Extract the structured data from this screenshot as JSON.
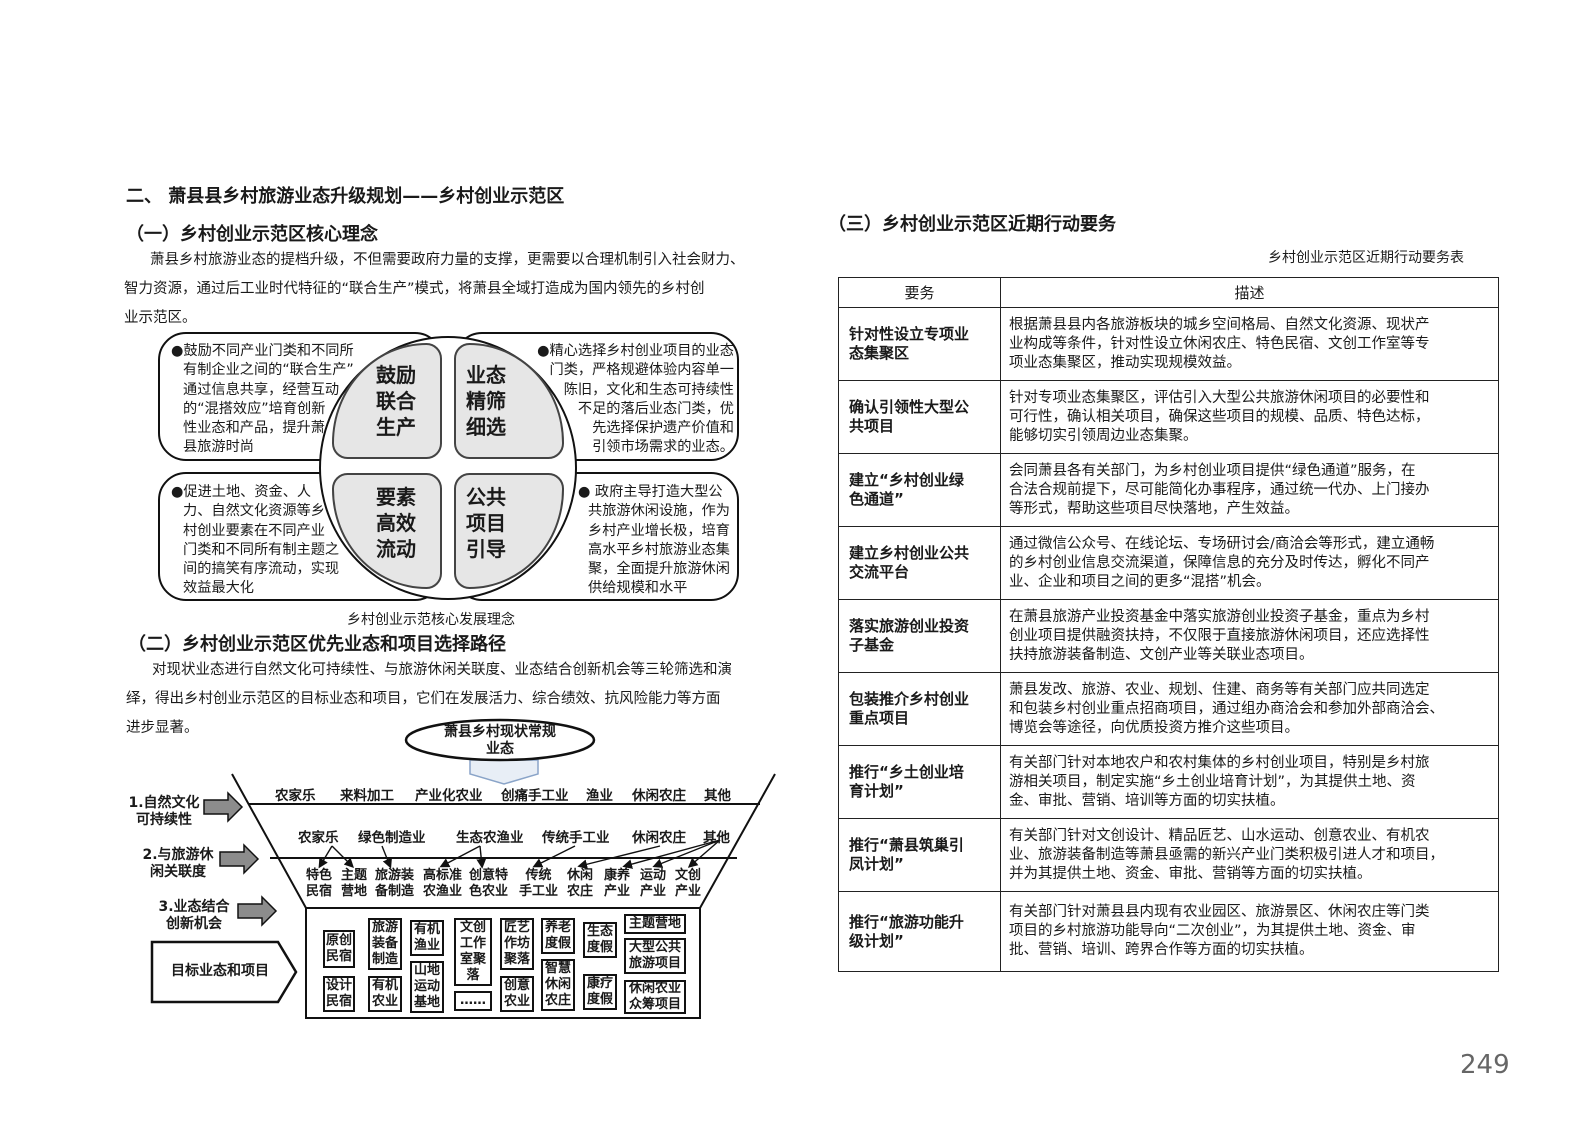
{
  "section_title": "二、 萧县县乡村旅游业态升级规划——乡村创业示范区",
  "sub1": {
    "title": "（一）乡村创业示范区核心理念",
    "para": [
      "萧县乡村旅游业态的提档升级，不但需要政府力量的支撑，更需要以合理机制引入社会财力、",
      "智力资源，通过后工业时代特征的“联合生产”模式，将萧县全域打造成为国内领先的乡村创",
      "业示范区。"
    ]
  },
  "concept": {
    "q1": {
      "label": [
        "鼓励",
        "联合",
        "生产"
      ],
      "text": [
        "●鼓励不同产业门类和不同所",
        "有制企业之间的“联合生产”",
        "通过信息共享，经营互动",
        "的“混搭效应”培育创新",
        "性业态和产品，提升萧",
        "县旅游时尚"
      ]
    },
    "q2": {
      "label": [
        "业态",
        "精筛",
        "细选"
      ],
      "text": [
        "●精心选择乡村创业项目的业态",
        "门类，严格规避体验内容单一",
        "陈旧，文化和生态可持续性",
        "不足的落后业态门类，优",
        "先选择保护遗产价值和",
        "引领市场需求的业态。"
      ]
    },
    "q3": {
      "label": [
        "要素",
        "高效",
        "流动"
      ],
      "text": [
        "●促进土地、资金、人",
        "力、自然文化资源等乡",
        "村创业要素在不同产业",
        "门类和不同所有制主题之",
        "间的搞笑有序流动，实现",
        "效益最大化"
      ]
    },
    "q4": {
      "label": [
        "公共",
        "项目",
        "引导"
      ],
      "text": [
        "● 政府主导打造大型公",
        "共旅游休闲设施，作为",
        "乡村产业增长极，培育",
        "高水平乡村旅游业态集",
        "聚，全面提升旅游休闲",
        "供给规模和水平"
      ]
    },
    "caption": "乡村创业示范核心发展理念"
  },
  "sub2": {
    "title": "（二）乡村创业示范区优先业态和项目选择路径",
    "para": [
      "对现状业态进行自然文化可持续性、与旅游休闲关联度、业态结合创新机会等三轮筛选和演",
      "绎，得出乡村创业示范区的目标业态和项目，它们在发展活力、综合绩效、抗风险能力等方面",
      "进步显著。"
    ]
  },
  "funnel": {
    "top_label": [
      "萧县乡村现状常规",
      "业态"
    ],
    "row1": [
      "农家乐",
      "来料加工",
      "产业化农业",
      "创痛手工业",
      "渔业",
      "休闲农庄",
      "其他"
    ],
    "row2": [
      "农家乐",
      "绿色制造业",
      "生态农渔业",
      "传统手工业",
      "休闲农庄",
      "其他"
    ],
    "row3": [
      [
        "特色",
        "民宿"
      ],
      [
        "主题",
        "营地"
      ],
      [
        "旅游装",
        "备制造"
      ],
      [
        "高标准",
        "农渔业"
      ],
      [
        "创意特",
        "色农业"
      ],
      [
        "传统",
        "手工业"
      ],
      [
        "休闲",
        "农庄"
      ],
      [
        "康养",
        "产业"
      ],
      [
        "运动",
        "产业"
      ],
      [
        "文创",
        "产业"
      ]
    ],
    "stages": [
      [
        "1.自然文化",
        "可持续性"
      ],
      [
        "2.与旅游休",
        "闲关联度"
      ],
      [
        "3.业态结合",
        "创新机会"
      ]
    ],
    "target_label": "目标业态和项目",
    "boxes": {
      "b1": [
        "原创",
        "民宿"
      ],
      "b2": [
        "设计",
        "民宿"
      ],
      "b3": [
        "旅游",
        "装备",
        "制造"
      ],
      "b4": [
        "有机",
        "农业"
      ],
      "b5": [
        "有机",
        "渔业"
      ],
      "b6": [
        "山地",
        "运动",
        "基地"
      ],
      "b7": [
        "文创",
        "工作",
        "室聚",
        "落"
      ],
      "b8": [
        "……"
      ],
      "b9": [
        "匠艺",
        "作坊",
        "聚落"
      ],
      "b10": [
        "创意",
        "农业"
      ],
      "b11": [
        "养老",
        "度假"
      ],
      "b12": [
        "智慧",
        "休闲",
        "农庄"
      ],
      "b13": [
        "生态",
        "度假"
      ],
      "b14": [
        "康疗",
        "度假"
      ],
      "b15": [
        "主题营地"
      ],
      "b16": [
        "大型公共",
        "旅游项目"
      ],
      "b17": [
        "休闲农业",
        "众筹项目"
      ]
    }
  },
  "sub3": {
    "title": "（三）乡村创业示范区近期行动要务",
    "table_caption": "乡村创业示范区近期行动要务表",
    "headers": [
      "要务",
      "描述"
    ],
    "rows": [
      {
        "task": [
          "针对性设立专项业",
          "态集聚区"
        ],
        "desc": [
          "根据萧县县内各旅游板块的城乡空间格局、自然文化资源、现状产",
          "业构成等条件，针对性设立休闲农庄、特色民宿、文创工作室等专",
          "项业态集聚区，推动实现规模效益。"
        ]
      },
      {
        "task": [
          "确认引领性大型公",
          "共项目"
        ],
        "desc": [
          "针对专项业态集聚区，评估引入大型公共旅游休闲项目的必要性和",
          "可行性，确认相关项目，确保这些项目的规模、品质、特色达标，",
          "能够切实引领周边业态集聚。"
        ]
      },
      {
        "task": [
          "建立“乡村创业绿",
          "色通道”"
        ],
        "desc": [
          "会同萧县各有关部门，为乡村创业项目提供“绿色通道”服务，在",
          "合法合规前提下，尽可能简化办事程序，通过统一代办、上门接办",
          "等形式，帮助这些项目尽快落地，产生效益。"
        ]
      },
      {
        "task": [
          "建立乡村创业公共",
          "交流平台"
        ],
        "desc": [
          "通过微信公众号、在线论坛、专场研讨会/商洽会等形式，建立通畅",
          "的乡村创业信息交流渠道，保障信息的充分及时传达，孵化不同产",
          "业、企业和项目之间的更多“混搭”机会。"
        ]
      },
      {
        "task": [
          "落实旅游创业投资",
          "子基金"
        ],
        "desc": [
          "在萧县旅游产业投资基金中落实旅游创业投资子基金，重点为乡村",
          "创业项目提供融资扶持，不仅限于直接旅游休闲项目，还应选择性",
          "扶持旅游装备制造、文创产业等关联业态项目。"
        ]
      },
      {
        "task": [
          "包装推介乡村创业",
          "重点项目"
        ],
        "desc": [
          "萧县发改、旅游、农业、规划、住建、商务等有关部门应共同选定",
          "和包装乡村创业重点招商项目，通过组办商洽会和参加外部商洽会、",
          "博览会等途径，向优质投资方推介这些项目。"
        ]
      },
      {
        "task": [
          "推行“乡土创业培",
          "育计划”"
        ],
        "desc": [
          "有关部门针对本地农户和农村集体的乡村创业项目，特别是乡村旅",
          "游相关项目，制定实施“乡土创业培育计划”，为其提供土地、资",
          "金、审批、营销、培训等方面的切实扶植。"
        ]
      },
      {
        "task": [
          "推行“萧县筑巢引",
          "凤计划”"
        ],
        "desc": [
          "有关部门针对文创设计、精品匠艺、山水运动、创意农业、有机农",
          "业、旅游装备制造等萧县亟需的新兴产业门类积极引进人才和项目，",
          "并为其提供土地、资金、审批、营销等方面的切实扶植。"
        ]
      },
      {
        "task": [
          "推行“旅游功能升",
          "级计划”"
        ],
        "desc": [
          "有关部门针对萧县县内现有农业园区、旅游景区、休闲农庄等门类",
          "项目的乡村旅游功能导向“二次创业”，为其提供土地、资金、审",
          "批、营销、培训、跨界合作等方面的切实扶植。"
        ]
      }
    ]
  },
  "page_number": "249"
}
